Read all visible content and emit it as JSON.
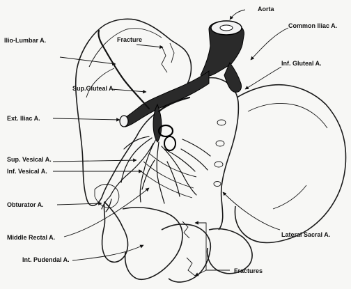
{
  "labels": {
    "aorta": "Aorta",
    "common_iliac": "Common Iliac A.",
    "ilio_lumbar": "Ilio-Lumbar A.",
    "fracture": "Fracture",
    "inf_gluteal": "Inf. Gluteal A.",
    "sup_gluteal": "Sup.Gluteal A.",
    "ext_iliac": "Ext. Iliac A.",
    "sup_vesical": "Sup. Vesical A.",
    "inf_vesical": "Inf. Vesical A.",
    "obturator": "Obturator A.",
    "middle_rectal": "Middle Rectal A.",
    "lateral_sacral": "Lateral Sacral A.",
    "int_pudendal": "Int. Pudendal A.",
    "fractures": "Fractures"
  }
}
